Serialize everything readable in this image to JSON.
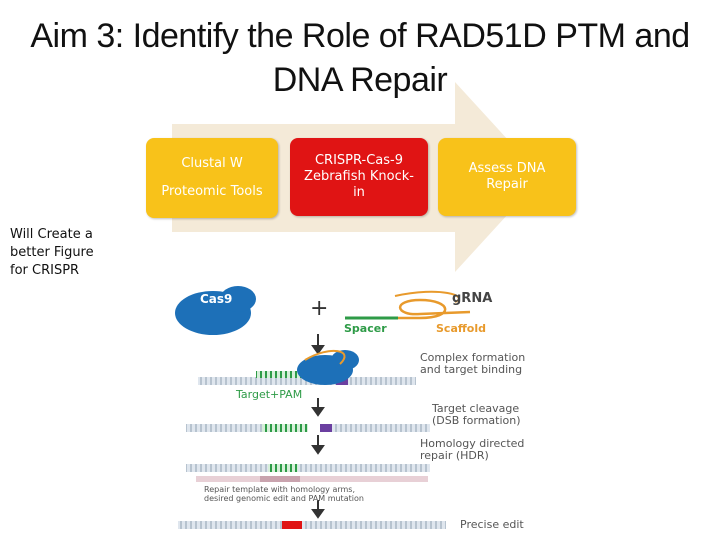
{
  "title": {
    "line1": "Aim 3:  Identify the Role of RAD51D PTM and",
    "line2": "DNA Repair"
  },
  "steps": [
    {
      "lines": [
        "Clustal W",
        "Proteomic Tools"
      ],
      "color": "#f8c21a"
    },
    {
      "lines": [
        "CRISPR-Cas-9",
        "Zebrafish Knock-",
        "in"
      ],
      "color": "#e01414"
    },
    {
      "lines": [
        "Assess DNA",
        "Repair"
      ],
      "color": "#f8c21a"
    }
  ],
  "note": [
    "Will Create a",
    "better Figure",
    "for CRISPR"
  ],
  "figure": {
    "cas9": "Cas9",
    "grna": "gRNA",
    "spacer": "Spacer",
    "scaffold": "Scaffold",
    "step1": [
      "Complex formation",
      "and target binding"
    ],
    "target_pam": "Target+PAM",
    "step2": [
      "Target cleavage",
      "(DSB formation)"
    ],
    "step3": [
      "Homology directed",
      "repair (HDR)"
    ],
    "template": [
      "Repair template with homology arms,",
      "desired genomic edit and PAM mutation"
    ],
    "step4": "Precise edit"
  },
  "colors": {
    "arrow": "#f4ead8",
    "yellow": "#f8c21a",
    "red": "#e01414",
    "cas9_blue": "#1d70b8",
    "grna_orange": "#e89a2c",
    "spacer_green": "#2e9b47",
    "pam_purple": "#6b3fa0"
  }
}
